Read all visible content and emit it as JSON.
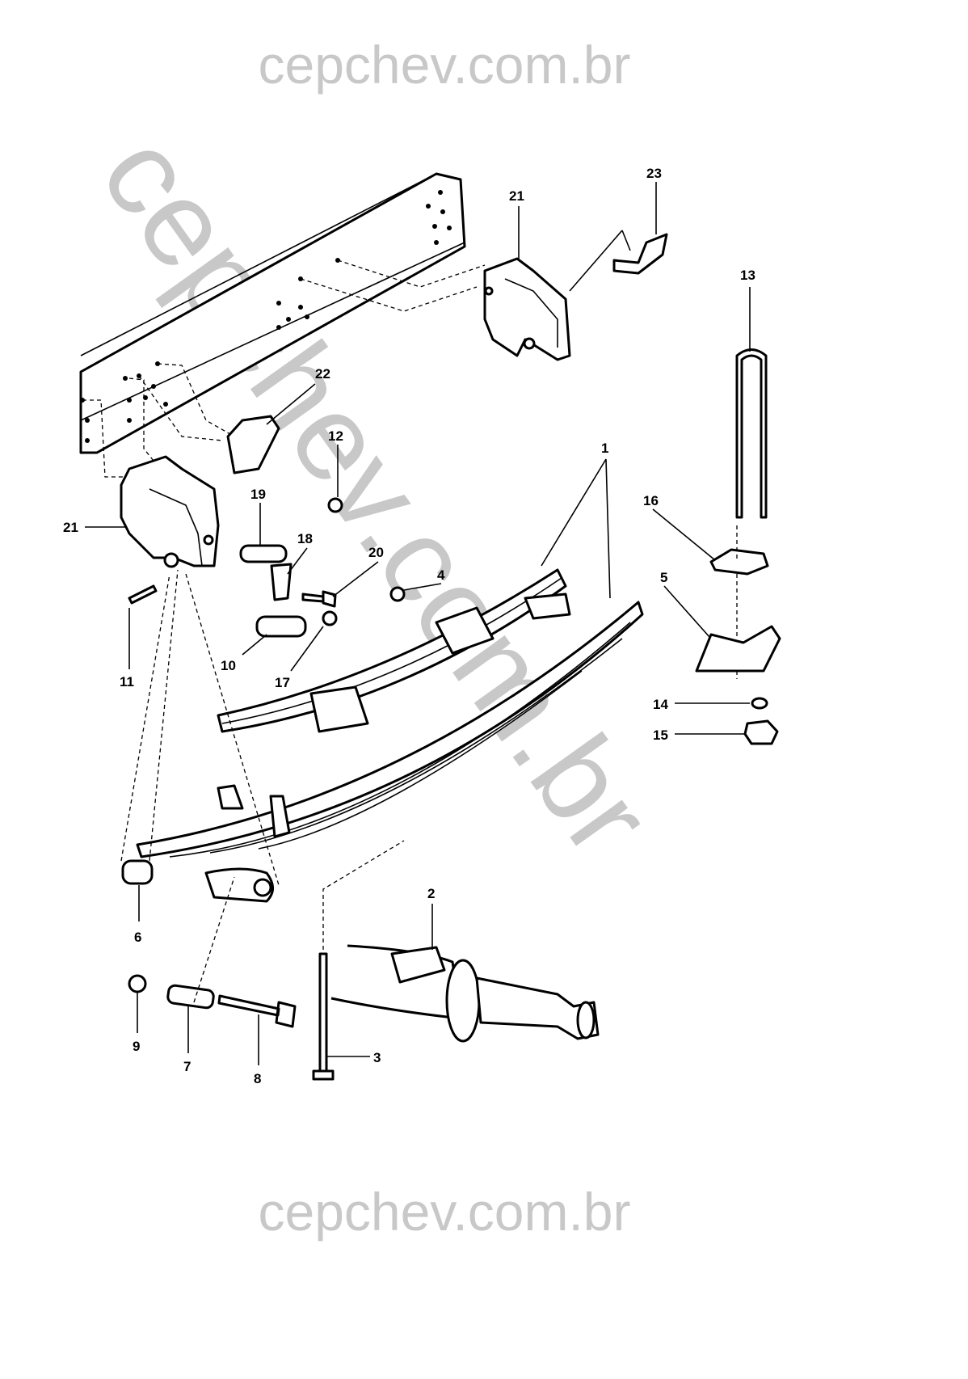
{
  "watermark": {
    "top": "cepchev.com.br",
    "diagonal": "cepchev.com.br",
    "bottom": "cepchev.com.br",
    "color": "#c8c8c8"
  },
  "callouts": {
    "c1": "1",
    "c2": "2",
    "c3": "3",
    "c4": "4",
    "c5": "5",
    "c6": "6",
    "c7": "7",
    "c8": "8",
    "c9": "9",
    "c10": "10",
    "c11": "11",
    "c12": "12",
    "c13": "13",
    "c14": "14",
    "c15": "15",
    "c16": "16",
    "c17": "17",
    "c18": "18",
    "c19": "19",
    "c20": "20",
    "c21a": "21",
    "c21b": "21",
    "c22": "22",
    "c23": "23"
  }
}
